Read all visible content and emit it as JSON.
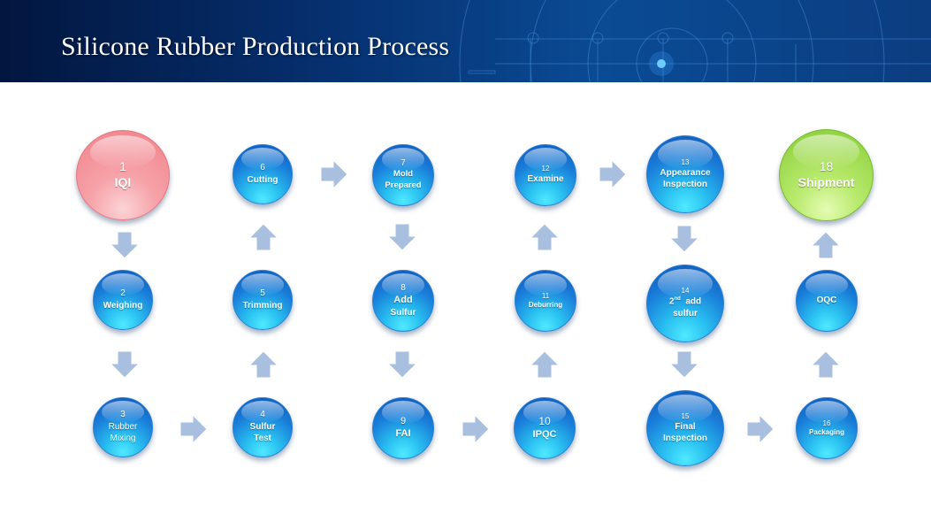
{
  "title": "Silicone Rubber Production Process",
  "nodes": [
    {
      "id": "1",
      "num": "1",
      "label": "IQI"
    },
    {
      "id": "2",
      "num": "2",
      "label": "Weighing"
    },
    {
      "id": "3",
      "num": "3",
      "label_line1": "Rubber",
      "label_line2": "Mixing"
    },
    {
      "id": "4",
      "num": "4",
      "label_line1": "Sulfur",
      "label_line2": "Test"
    },
    {
      "id": "5",
      "num": "5",
      "label": "Trimming"
    },
    {
      "id": "6",
      "num": "6",
      "label": "Cutting"
    },
    {
      "id": "7",
      "num": "7",
      "label_line1": "Mold",
      "label_line2": "Prepared"
    },
    {
      "id": "8",
      "num": "8",
      "label_line1": "Add",
      "label_line2": "Sulfur"
    },
    {
      "id": "9",
      "num": "9",
      "label": "FAI"
    },
    {
      "id": "10",
      "num": "10",
      "label": "IPQC"
    },
    {
      "id": "11",
      "num": "11",
      "label": "Deburring"
    },
    {
      "id": "12",
      "num": "12",
      "label": "Examine"
    },
    {
      "id": "13",
      "num": "13",
      "label_line1": "Appearance",
      "label_line2": "Inspection"
    },
    {
      "id": "14",
      "num": "14",
      "label_line1_num": "2",
      "label_line1_sup": "nd",
      "label_line1_rest": "add",
      "label_line2": "sulfur"
    },
    {
      "id": "15",
      "num": "15",
      "label_line1": "Final",
      "label_line2": "Inspection"
    },
    {
      "id": "16",
      "num": "16",
      "label": "Packaging"
    },
    {
      "id": "oqc",
      "label": "OQC"
    },
    {
      "id": "18",
      "num": "18",
      "label": "Shipment"
    }
  ],
  "colors": {
    "banner": "#06306f",
    "node_blue": "#1a7fda",
    "node_start": "#f0818a",
    "node_end": "#86cc35",
    "arrow": "#a9bfe0"
  },
  "edges": [
    [
      "1",
      "2"
    ],
    [
      "2",
      "3"
    ],
    [
      "3",
      "4"
    ],
    [
      "4",
      "5"
    ],
    [
      "5",
      "6"
    ],
    [
      "6",
      "7"
    ],
    [
      "7",
      "8"
    ],
    [
      "8",
      "9"
    ],
    [
      "9",
      "10"
    ],
    [
      "10",
      "11"
    ],
    [
      "11",
      "12"
    ],
    [
      "12",
      "13"
    ],
    [
      "13",
      "14"
    ],
    [
      "14",
      "15"
    ],
    [
      "15",
      "16"
    ],
    [
      "16",
      "oqc"
    ],
    [
      "oqc",
      "18"
    ]
  ]
}
